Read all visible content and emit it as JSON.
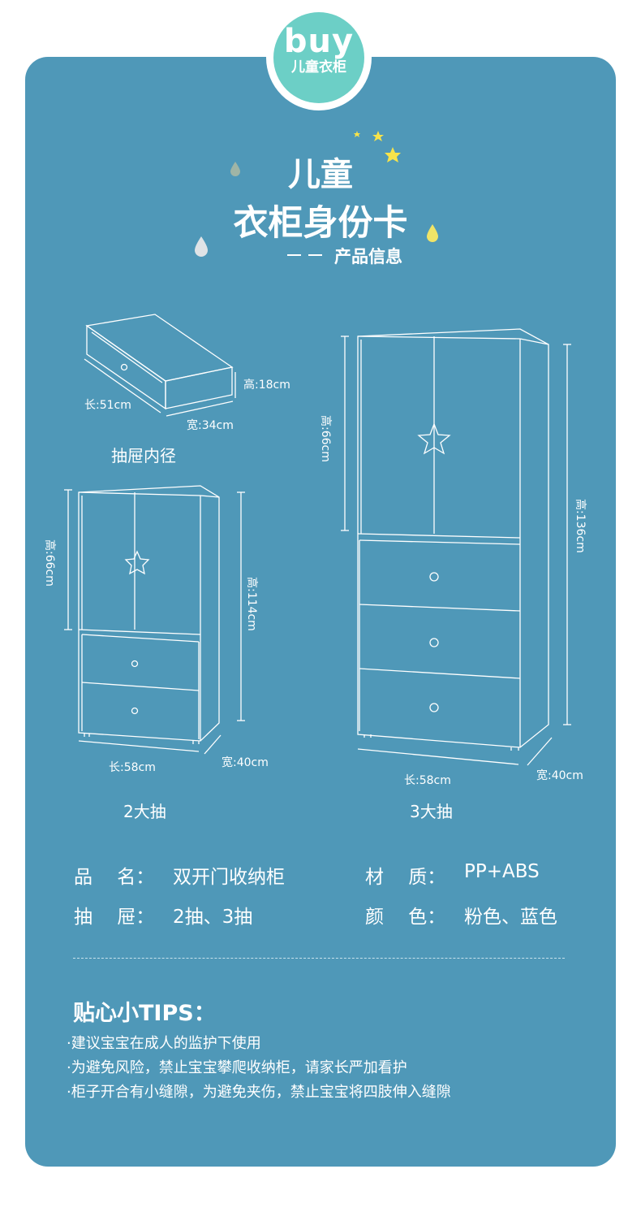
{
  "badge": {
    "word": "buy",
    "caption": "儿童衣柜"
  },
  "heading": {
    "line1": "儿童",
    "line2": "衣柜身份卡",
    "subtitle": "产品信息"
  },
  "drawer": {
    "height": "高:18cm",
    "length": "长:51cm",
    "width": "宽:34cm",
    "caption": "抽屉内径"
  },
  "cabinet_2": {
    "upper_height": "高:66cm",
    "total_height": "高:114cm",
    "length": "长:58cm",
    "width": "宽:40cm",
    "caption": "2大抽"
  },
  "cabinet_3": {
    "upper_height": "高:66cm",
    "total_height": "高:136cm",
    "length": "长:58cm",
    "width": "宽:40cm",
    "caption": "3大抽"
  },
  "specs": {
    "name_label": "品　 名：",
    "name_value": "双开门收纳柜",
    "material_label": "材　 质：",
    "material_value": "PP+ABS",
    "drawers_label": "抽　 屉：",
    "drawers_value": "2抽、3抽",
    "color_label": "颜　 色：",
    "color_value": "粉色、蓝色"
  },
  "tips": {
    "title": "贴心小TIPS：",
    "items": [
      "·建议宝宝在成人的监护下使用",
      "·为避免风险，禁止宝宝攀爬收纳柜，请家长严加看护",
      "·柜子开合有小缝隙，为避免夹伤，禁止宝宝将四肢伸入缝隙"
    ]
  },
  "colors": {
    "background": "#4f98b8",
    "badge": "#6ccfc6",
    "star": "#f7e34a"
  }
}
